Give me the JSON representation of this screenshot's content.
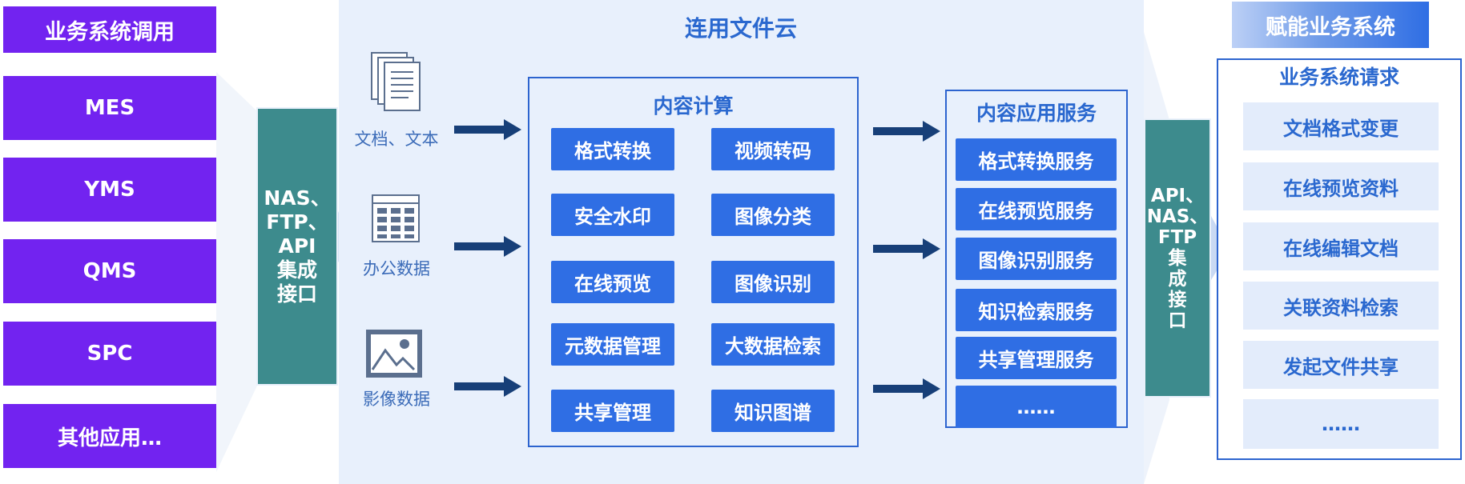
{
  "left": {
    "title": "业务系统调用",
    "items": [
      "MES",
      "YMS",
      "QMS",
      "SPC",
      "其他应用…"
    ]
  },
  "integration_left": "NAS、\nFTP、\nAPI\n集成\n接口",
  "cloud": {
    "title": "连用文件云",
    "sources": [
      {
        "label": "文档、文本",
        "icon": "document-icon"
      },
      {
        "label": "办公数据",
        "icon": "spreadsheet-icon"
      },
      {
        "label": "影像数据",
        "icon": "image-icon"
      }
    ],
    "compute": {
      "title": "内容计算",
      "items": [
        "格式转换",
        "视频转码",
        "安全水印",
        "图像分类",
        "在线预览",
        "图像识别",
        "元数据管理",
        "大数据检索",
        "共享管理",
        "知识图谱"
      ]
    },
    "services": {
      "title": "内容应用服务",
      "items": [
        "格式转换服务",
        "在线预览服务",
        "图像识别服务",
        "知识检索服务",
        "共享管理服务",
        "……"
      ]
    }
  },
  "integration_right": "API、\nNAS、\nFTP\n集\n成\n接\n口",
  "right": {
    "title": "赋能业务系统",
    "subtitle": "业务系统请求",
    "items": [
      "文档格式变更",
      "在线预览资料",
      "在线编辑文档",
      "关联资料检索",
      "发起文件共享",
      "……"
    ]
  },
  "colors": {
    "purple": "#7223f0",
    "teal": "#3d8b8d",
    "blue": "#2f6ee4",
    "navy_arrow": "#173f78",
    "panel": "#e8f0fc"
  }
}
